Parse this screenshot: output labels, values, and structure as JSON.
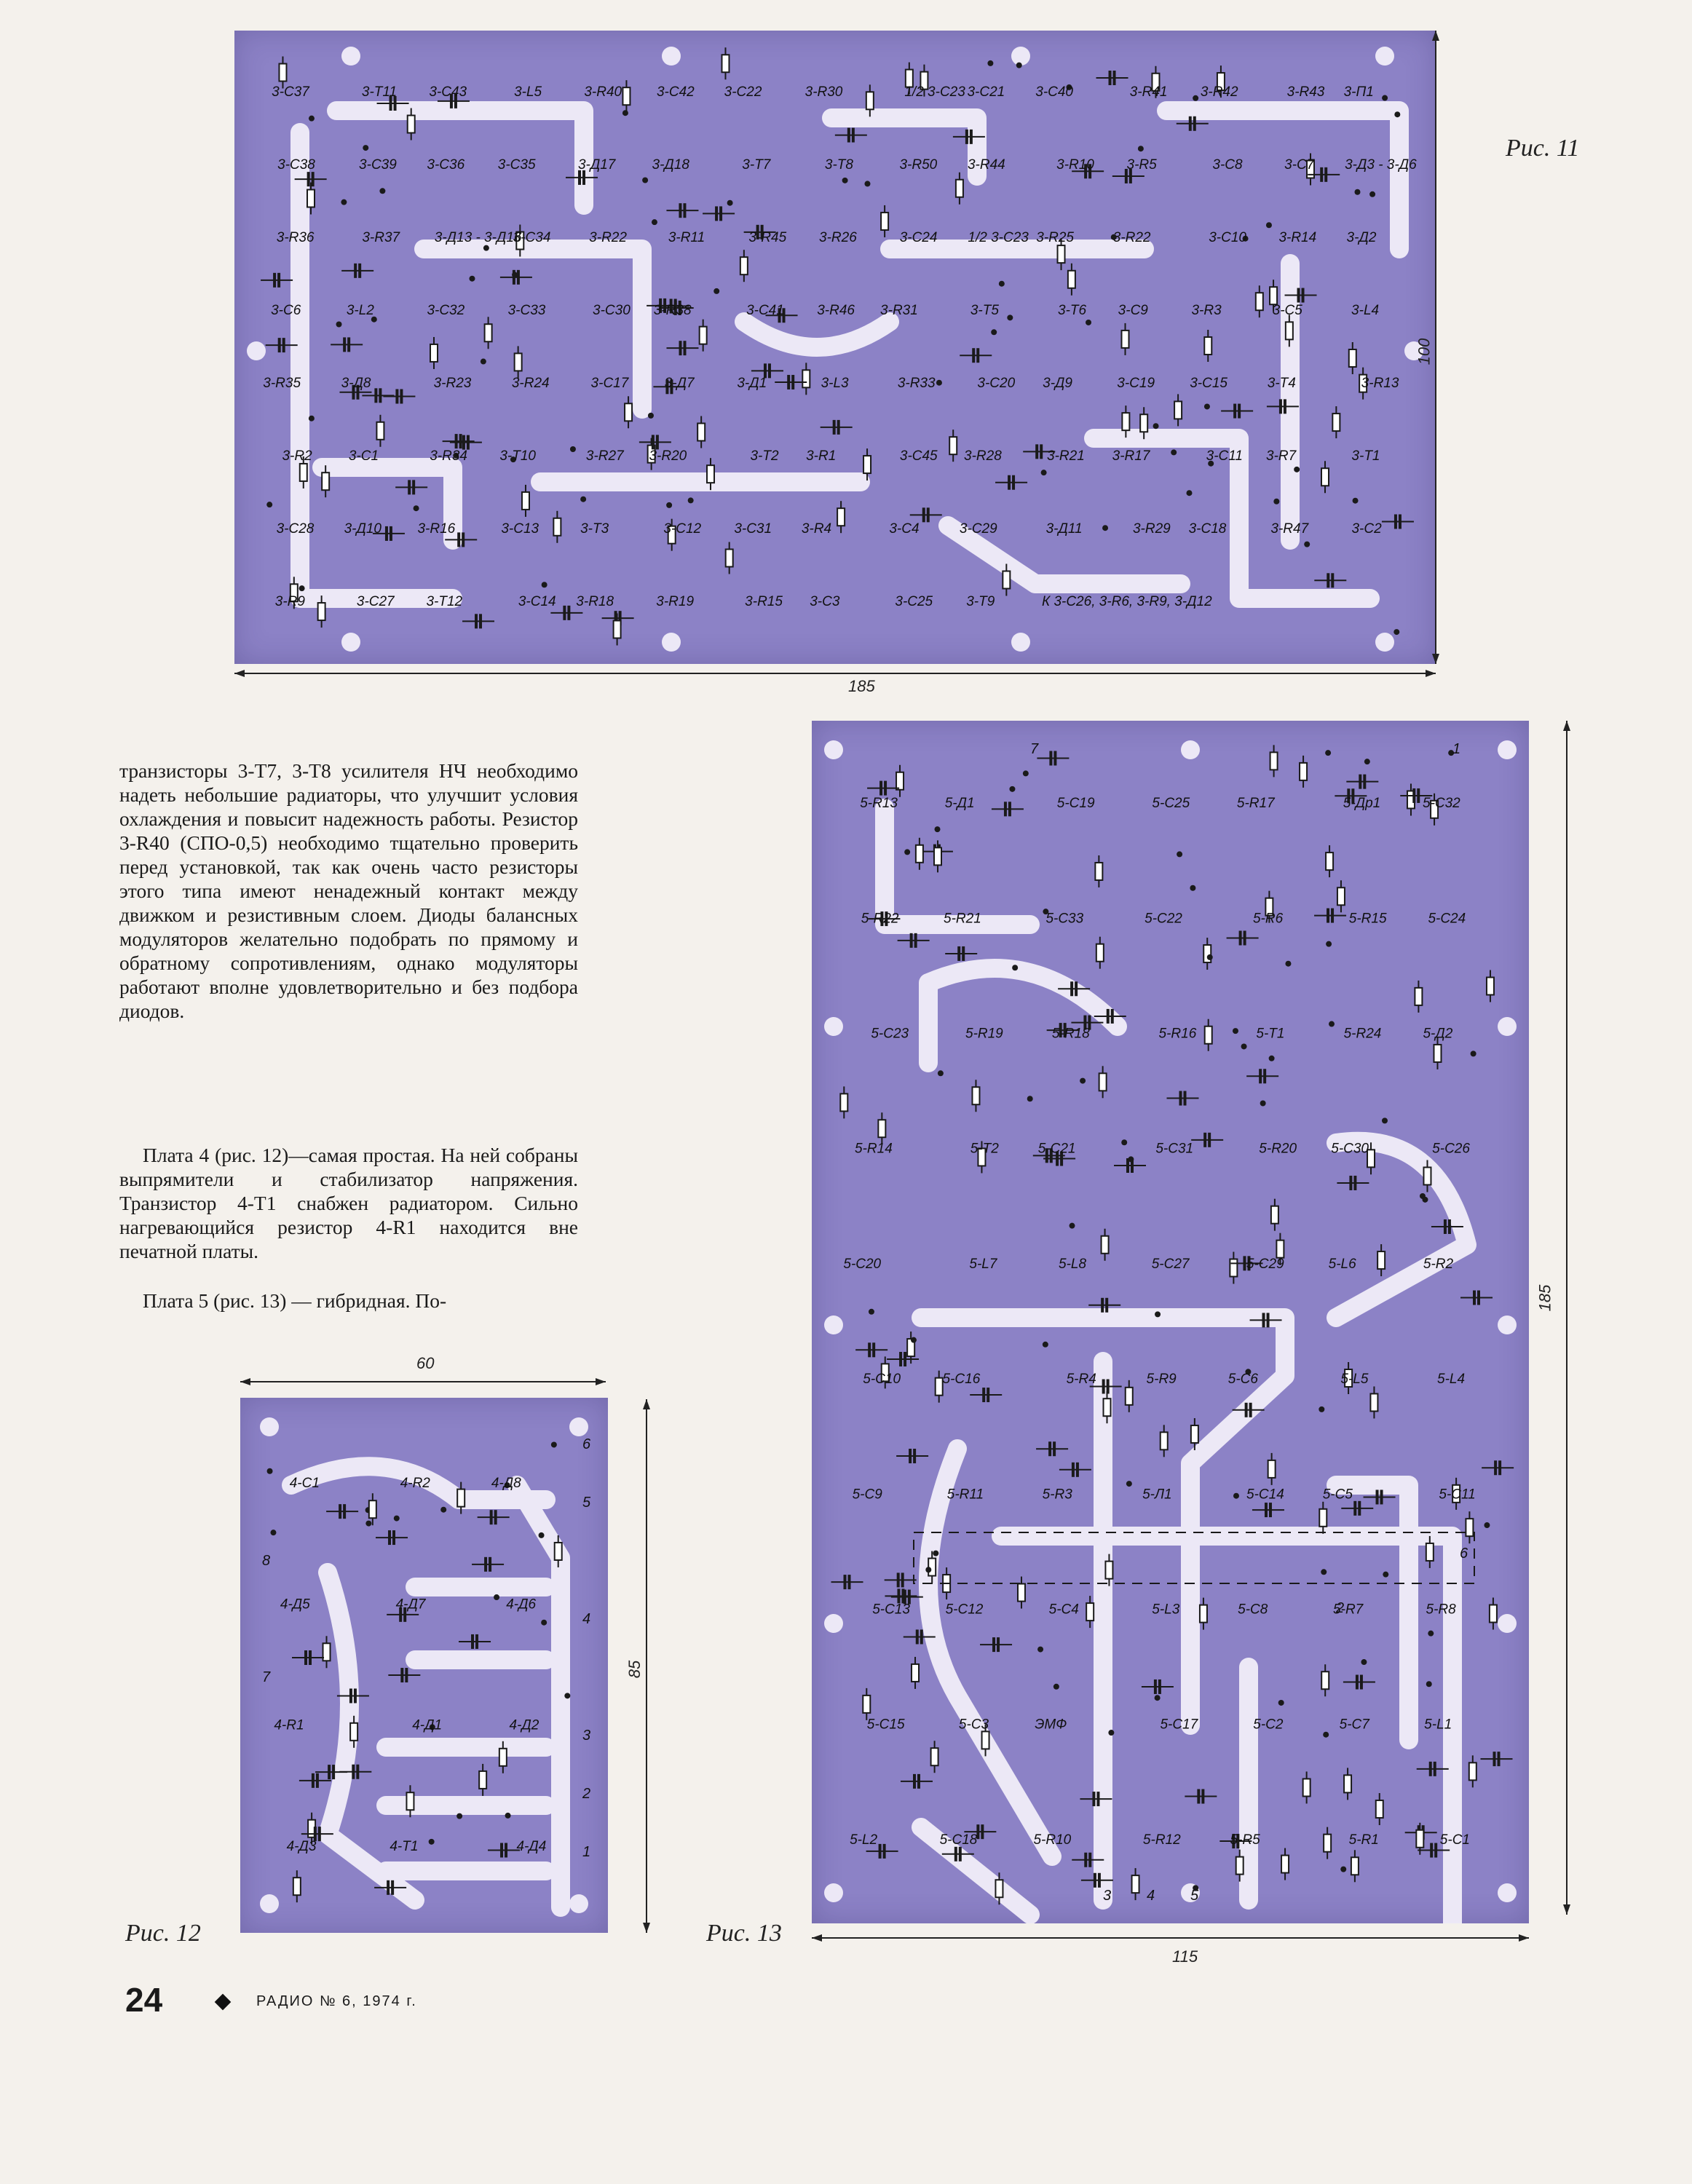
{
  "figures": {
    "fig11": {
      "caption": "Рис. 11",
      "width_dim": "185",
      "height_dim": "100",
      "labels": [
        "3-C37",
        "3-T11",
        "3-C43",
        "3-L5",
        "3-R40",
        "3-C42",
        "3-C22",
        "3-R30",
        "1/2 3-C23",
        "3-C21",
        "3-C40",
        "3-R41",
        "3-R42",
        "3-R43",
        "3-П1",
        "3-C38",
        "3-C39",
        "3-C36",
        "3-C35",
        "3-Д17",
        "3-Д18",
        "3-T7",
        "3-T8",
        "3-R50",
        "3-R44",
        "3-R10",
        "3-R5",
        "3-C8",
        "3-C7",
        "3-Д3 - 3-Д6",
        "3-R36",
        "3-R37",
        "3-Д13 - 3-Д16",
        "3-C34",
        "3-R22",
        "3-R11",
        "3-R45",
        "3-R26",
        "3-C24",
        "1/2 3-C23",
        "3-R25",
        "3-R22",
        "3-C10",
        "3-R14",
        "3-Д2",
        "3-C6",
        "3-L2",
        "3-C32",
        "3-C33",
        "3-C30",
        "3-R38",
        "3-C41",
        "3-R46",
        "3-R31",
        "3-T5",
        "3-T6",
        "3-C9",
        "3-R3",
        "3-C5",
        "3-L4",
        "3-R35",
        "3-Д8",
        "3-R23",
        "3-R24",
        "3-C17",
        "3-Д7",
        "3-Д1",
        "3-L3",
        "3-R33",
        "3-C20",
        "3-Д9",
        "3-C19",
        "3-C15",
        "3-T4",
        "3-R13",
        "3-R2",
        "3-C1",
        "3-R34",
        "3-T10",
        "3-R27",
        "3-R20",
        "3-T2",
        "3-R1",
        "3-C45",
        "3-R28",
        "3-R21",
        "3-R17",
        "3-C11",
        "3-R7",
        "3-T1",
        "3-C28",
        "3-Д10",
        "3-R16",
        "3-C13",
        "3-T3",
        "3-C12",
        "3-C31",
        "3-R4",
        "3-C4",
        "3-C29",
        "3-Д11",
        "3-R29",
        "3-C18",
        "3-R47",
        "3-C2",
        "3-R9",
        "3-C27",
        "3-T12",
        "3-C14",
        "3-R18",
        "3-R19",
        "3-R15",
        "3-C3",
        "3-C25",
        "3-T9",
        "К 3-C26, 3-R6, 3-R9, 3-Д12"
      ]
    },
    "fig12": {
      "caption": "Рис. 12",
      "width_dim": "60",
      "height_dim": "85",
      "labels": [
        "4-C1",
        "4-R2",
        "4-Д8",
        "4-Д5",
        "4-Д7",
        "4-Д6",
        "4-R1",
        "4-Д1",
        "4-Д2",
        "4-Д3",
        "4-T1",
        "4-Д4"
      ],
      "pins": [
        "6",
        "5",
        "8",
        "4",
        "7",
        "3",
        "2",
        "1"
      ]
    },
    "fig13": {
      "caption": "Рис. 13",
      "width_dim": "115",
      "height_dim": "185",
      "labels": [
        "5-R13",
        "5-Д1",
        "5-C19",
        "5-C25",
        "5-R17",
        "5-Др1",
        "5-C32",
        "5-R22",
        "5-R21",
        "5-C33",
        "5-C22",
        "5-R6",
        "5-R15",
        "5-C24",
        "5-C23",
        "5-R19",
        "5-R18",
        "5-R16",
        "5-T1",
        "5-R24",
        "5-Д2",
        "5-R14",
        "5-T2",
        "5-C21",
        "5-C31",
        "5-R20",
        "5-C30",
        "5-C26",
        "5-C20",
        "5-L7",
        "5-L8",
        "5-C27",
        "5-C29",
        "5-L6",
        "5-R2",
        "5-C10",
        "5-C16",
        "5-R4",
        "5-R9",
        "5-C6",
        "5-L5",
        "5-L4",
        "5-C9",
        "5-R11",
        "5-R3",
        "5-Л1",
        "5-C14",
        "5-C5",
        "5-C11",
        "5-C13",
        "5-C12",
        "5-C4",
        "5-L3",
        "5-C8",
        "5-R7",
        "5-R8",
        "5-C15",
        "5-C3",
        "ЭМФ",
        "5-C17",
        "5-C2",
        "5-C7",
        "5-L1",
        "5-L2",
        "5-C18",
        "5-R10",
        "5-R12",
        "5-R5",
        "5-R1",
        "5-C1"
      ],
      "pins": [
        "7",
        "1",
        "6",
        "2",
        "3",
        "4",
        "5"
      ]
    }
  },
  "article_paragraphs": [
    "транзисторы 3-T7, 3-T8 усилителя НЧ необходимо надеть небольшие радиаторы, что улучшит условия охлаждения и повысит надежность работы. Резистор 3-R40 (СПО-0,5) необходимо тщательно проверить перед установкой, так как очень часто резисторы этого типа имеют ненадежный контакт между движком и резистивным слоем. Диоды балансных модуляторов желательно подобрать по прямому и обратному сопротивлениям, однако модуляторы работают вполне удовлетворительно и без подбора диодов.",
    "Плата 4 (рис. 12)—самая простая. На ней собраны выпрямители и стабилизатор напряжения. Транзистор 4-T1 снабжен радиатором. Сильно нагревающийся резистор 4-R1 находится вне печатной платы.",
    "Плата 5 (рис. 13) — гибридная. По-"
  ],
  "footer": {
    "page_number": "24",
    "journal": "РАДИО № 6, 1974 г."
  },
  "colors": {
    "board": "#8c82c6",
    "trace": "#ece8f6",
    "paper": "#f4f1ec",
    "ink": "#1a1a1a"
  }
}
